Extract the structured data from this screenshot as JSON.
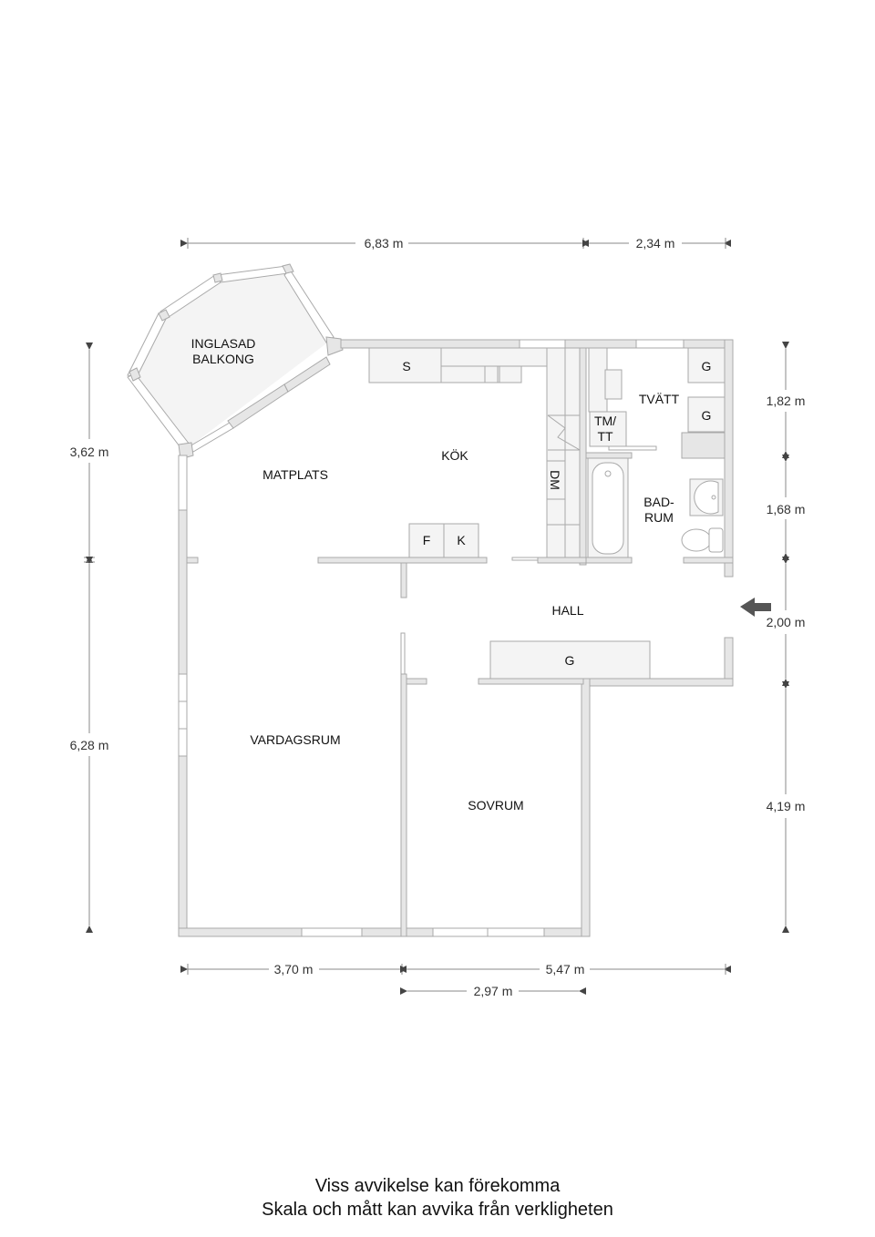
{
  "rooms": {
    "balcony": "INGLASAD",
    "balcony2": "BALKONG",
    "dining": "MATPLATS",
    "kitchen": "KÖK",
    "laundry": "TVÄTT",
    "bathroom": "BAD-",
    "bathroom2": "RUM",
    "hall": "HALL",
    "living": "VARDAGSRUM",
    "bedroom": "SOVRUM"
  },
  "fixtures": {
    "stove": "S",
    "fridge": "F",
    "freezer": "K",
    "dishwasher": "DM",
    "washer_dryer": "TM/",
    "washer_dryer2": "TT",
    "wardrobe_laundry_1": "G",
    "wardrobe_laundry_2": "G",
    "wardrobe_hall": "G"
  },
  "dimensions": {
    "top_left": "6,83 m",
    "top_right": "2,34 m",
    "left_upper": "3,62 m",
    "left_lower": "6,28 m",
    "right_1": "1,82 m",
    "right_2": "1,68 m",
    "right_3": "2,00 m",
    "right_4": "4,19 m",
    "bottom_left": "3,70 m",
    "bottom_right": "5,47 m",
    "bottom_inner": "2,97 m"
  },
  "entrance_icon": "arrow-left-icon",
  "disclaimer": {
    "line1": "Viss avvikelse kan förekomma",
    "line2": "Skala och mått kan avvika från verkligheten"
  },
  "colors": {
    "wall": "#e6e6e6",
    "wall_stroke": "#a9a9a9",
    "fixture": "#f4f4f4",
    "arrow": "#555555"
  }
}
